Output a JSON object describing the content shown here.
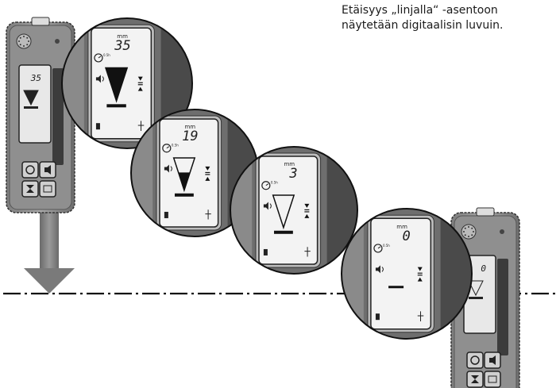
{
  "caption": {
    "line1": "Etäisyys „linjalla“ -asentoon",
    "line2": "näytetään digitaalisin luvuin."
  },
  "unit": "mm",
  "timer_label": "0.5h",
  "readings": [
    {
      "value": "35",
      "arrow_state": "down"
    },
    {
      "value": "19",
      "arrow_state": "down"
    },
    {
      "value": "3",
      "arrow_state": "down"
    },
    {
      "value": "0",
      "arrow_state": "on-line"
    }
  ],
  "device_left_reading": "35",
  "device_right_reading": "0",
  "colors": {
    "device_body": "#9a9a9a",
    "device_dark": "#555555",
    "lcd": "#f2f2f2",
    "line": "#111111"
  },
  "icons": [
    "power-icon",
    "sound-icon",
    "center-line-icon",
    "accuracy-icon",
    "battery-icon",
    "timer-icon",
    "speaker-icon",
    "arrow-down-icon"
  ]
}
